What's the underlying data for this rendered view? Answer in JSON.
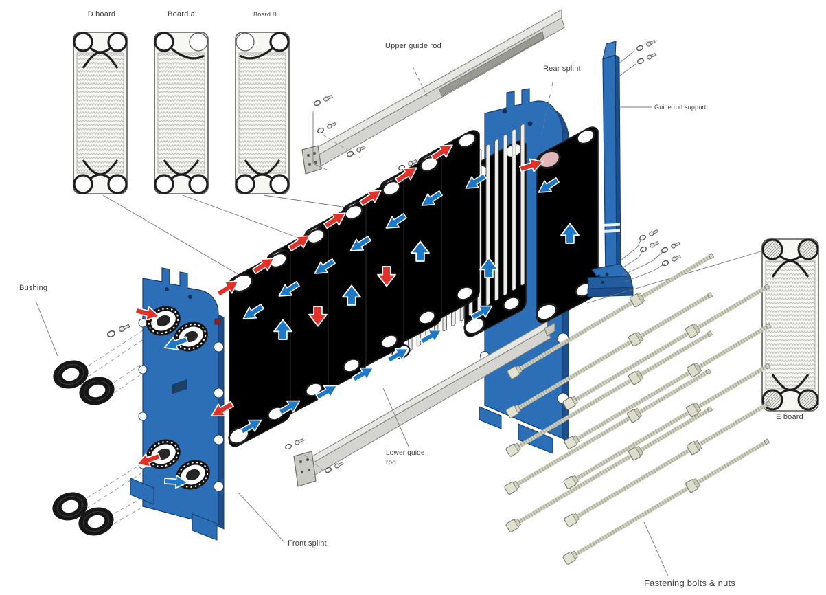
{
  "labels": {
    "d_board": "D board",
    "board_a": "Board a",
    "board_b": "Board B",
    "upper_guide_rod": "Upper guide rod",
    "rear_splint": "Rear splint",
    "guide_rod_support": "Guide rod support",
    "e_board": "E board",
    "bushing": "Bushing",
    "front_splint": "Front splint",
    "lower_guide_rod": "Lower guide rod",
    "fastening_bolts": "Fastening bolts & nuts"
  },
  "colors": {
    "splint-blue": "#2d6fb7",
    "splint-dark": "#1d4f8c",
    "arrow-red": "#e23128",
    "arrow-blue": "#1e78c8",
    "plate-blue": "#c3dfee",
    "plate-pink": "#eed2d6",
    "plate-gray": "#f2f2ef",
    "metal-gray": "#d9d9d5",
    "bolt-beige": "#d8d8c6",
    "bushing-black": "#161616"
  },
  "diagram": {
    "type": "exploded-view",
    "subject": "plate heat exchanger assembly",
    "flow_arrows": {
      "hot": "red",
      "cold": "blue"
    }
  }
}
